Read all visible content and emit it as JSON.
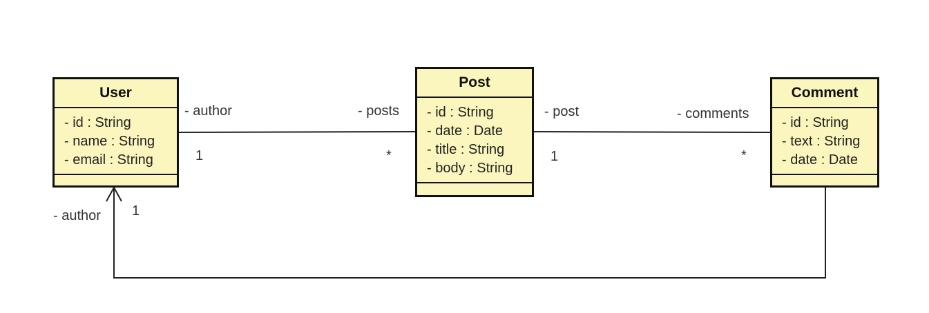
{
  "classes": {
    "user": {
      "name": "User",
      "attributes": [
        "- id : String",
        "- name : String",
        "- email : String"
      ]
    },
    "post": {
      "name": "Post",
      "attributes": [
        "- id : String",
        "- date : Date",
        "- title : String",
        "- body : String"
      ]
    },
    "comment": {
      "name": "Comment",
      "attributes": [
        "- id : String",
        "- text : String",
        "- date : Date"
      ]
    }
  },
  "associations": {
    "user_post": {
      "user_role": "- author",
      "user_multiplicity": "1",
      "post_role": "- posts",
      "post_multiplicity": "*"
    },
    "post_comment": {
      "post_role": "- post",
      "post_multiplicity": "1",
      "comment_role": "- comments",
      "comment_multiplicity": "*"
    },
    "comment_user": {
      "user_role": "- author",
      "user_multiplicity": "1"
    }
  },
  "colors": {
    "class_fill": "#fbf6bd",
    "line": "#222222"
  }
}
